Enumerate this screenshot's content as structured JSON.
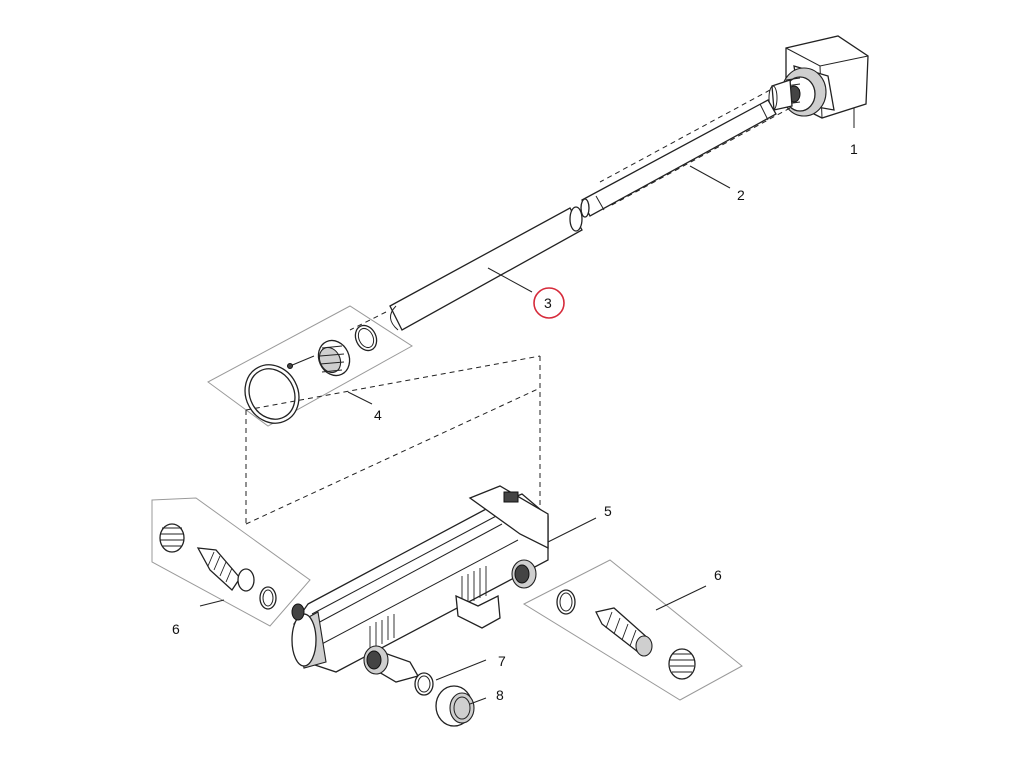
{
  "diagram": {
    "highlight_color": "#d62a3a",
    "line_color": "#222222",
    "group_box_color": "#9a9a9a",
    "callouts": [
      {
        "id": "c1",
        "label": "1",
        "highlighted": false
      },
      {
        "id": "c2",
        "label": "2",
        "highlighted": false
      },
      {
        "id": "c3",
        "label": "3",
        "highlighted": true
      },
      {
        "id": "c4",
        "label": "4",
        "highlighted": false
      },
      {
        "id": "c5",
        "label": "5",
        "highlighted": false
      },
      {
        "id": "c6a",
        "label": "6",
        "highlighted": false
      },
      {
        "id": "c6b",
        "label": "6",
        "highlighted": false
      },
      {
        "id": "c7",
        "label": "7",
        "highlighted": false
      },
      {
        "id": "c8",
        "label": "8",
        "highlighted": false
      }
    ]
  }
}
